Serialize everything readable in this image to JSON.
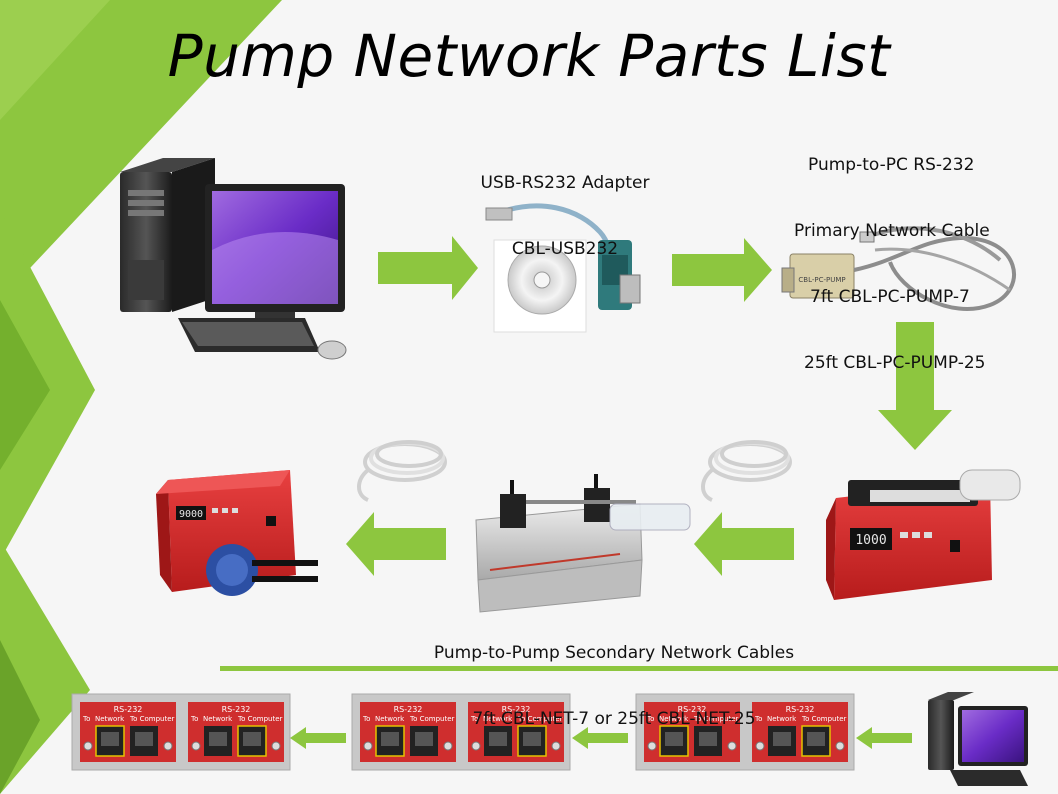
{
  "title": "Pump Network Parts List",
  "adapter": {
    "line1": "USB-RS232 Adapter",
    "line2": "CBL-USB232"
  },
  "primary_cable": {
    "line1": "Pump-to-PC RS-232",
    "line2": "Primary Network Cable",
    "line3": "7ft CBL-PC-PUMP-7",
    "line4": "25ft CBL-PC-PUMP-25"
  },
  "secondary_cables": {
    "line1": "Pump-to-Pump Secondary Network Cables",
    "line2": "7ft CBL-NET-7 or 25ft CBL-NET-25"
  },
  "pump_display_value": "1000",
  "peristaltic_display_value": "9000",
  "adapter_label_text": "CBL-PC-PUMP",
  "port_panel": {
    "header": "RS-232",
    "left_label": "To",
    "network_label": "Network",
    "computer_label": "To  Computer"
  },
  "colors": {
    "accent_green": "#8dc63f",
    "dark_green": "#6aa329",
    "pump_red": "#d92b2b",
    "panel_red": "#cf2e2e"
  }
}
